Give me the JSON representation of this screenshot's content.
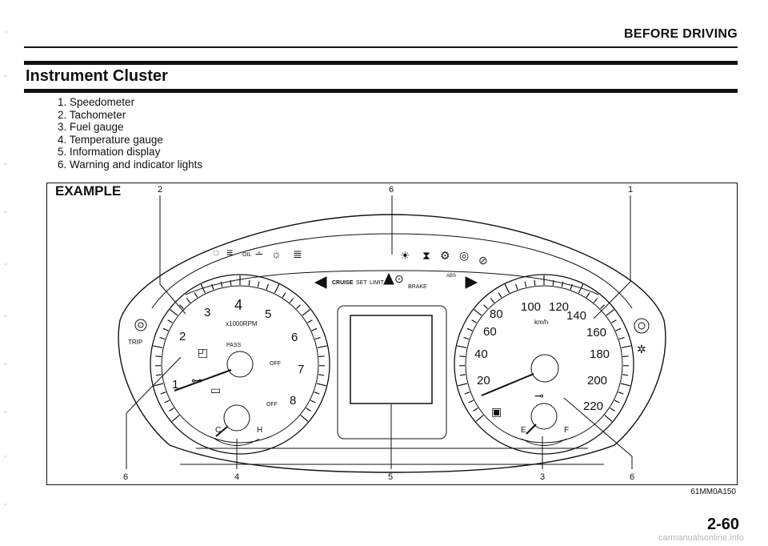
{
  "header": {
    "section": "BEFORE DRIVING"
  },
  "page_heading": "Instrument Cluster",
  "legend": [
    "1. Speedometer",
    "2. Tachometer",
    "3. Fuel gauge",
    "4. Temperature gauge",
    "5. Information display",
    "6. Warning and indicator lights"
  ],
  "figure": {
    "example_label": "EXAMPLE",
    "code": "61MM0A150",
    "callouts_top": [
      "2",
      "6",
      "1"
    ],
    "callouts_bottom": [
      "6",
      "4",
      "5",
      "3",
      "6"
    ],
    "trip_label": "TRIP",
    "tacho": {
      "unit": "x1000RPM",
      "numbers": [
        "1",
        "2",
        "3",
        "4",
        "5",
        "6",
        "7",
        "8"
      ]
    },
    "speedo": {
      "unit": "km/h",
      "numbers": [
        "20",
        "40",
        "60",
        "80",
        "100",
        "120",
        "140",
        "160",
        "180",
        "200",
        "220"
      ]
    },
    "temp_marks": [
      "C",
      "H"
    ],
    "fuel_marks": [
      "E",
      "F"
    ],
    "indicator_texts": [
      "OIL",
      "CRUISE",
      "SET",
      "LIMIT",
      "BRAKE",
      "PASS",
      "OFF",
      "OFF",
      "OFF",
      "ABS"
    ]
  },
  "footer": {
    "page_number": "2-60",
    "watermark": "carmanualsonline.info"
  }
}
